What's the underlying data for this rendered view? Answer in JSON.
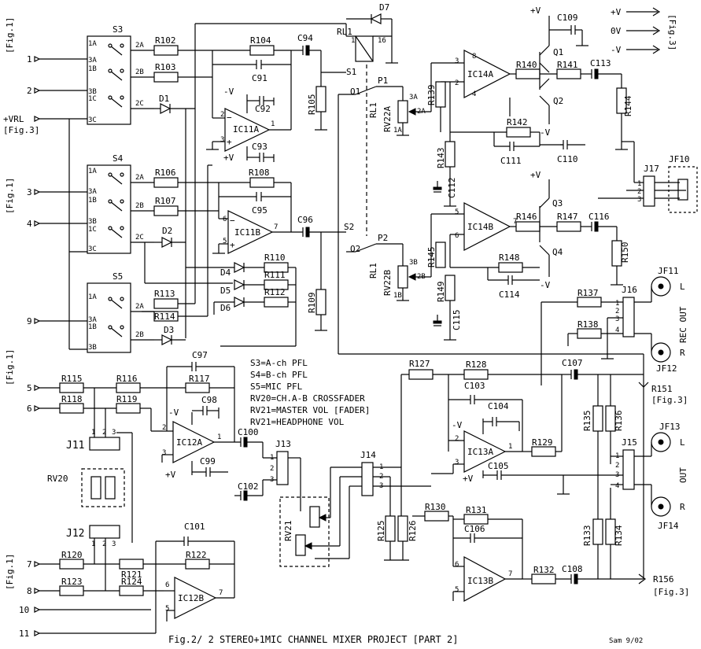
{
  "title": "Fig.2/ 2 STEREO+1MIC CHANNEL MIXER PROJECT [PART 2]",
  "author": "Sam 9/02",
  "notes": [
    "S3=A-ch PFL",
    "S4=B-ch PFL",
    "S5=MIC PFL",
    "RV20=CH.A-B CROSSFADER",
    "RV21=MASTER VOL [FADER]",
    "RV21=HEADPHONE VOL"
  ],
  "fig_refs": {
    "fig1": "[Fig.1]",
    "fig3": "[Fig.3]"
  },
  "inputs": {
    "n1": "1",
    "n2": "2",
    "n3": "3",
    "n4": "4",
    "n5": "5",
    "n6": "6",
    "n7": "7",
    "n8": "8",
    "n9": "9",
    "n10": "10",
    "n11": "11",
    "vrl": "+VRL"
  },
  "switches": {
    "s3": "S3",
    "s4": "S4",
    "s5": "S5",
    "pins": {
      "p1a": "1A",
      "p3a": "3A",
      "p1b": "1B",
      "p3b": "3B",
      "p1c": "1C",
      "p3c": "3C",
      "p2a": "2A",
      "p2b": "2B",
      "p2c": "2C"
    }
  },
  "resistors": {
    "r102": "R102",
    "r103": "R103",
    "r104": "R104",
    "r105": "R105",
    "r106": "R106",
    "r107": "R107",
    "r108": "R108",
    "r109": "R109",
    "r110": "R110",
    "r111": "R111",
    "r112": "R112",
    "r113": "R113",
    "r114": "R114",
    "r115": "R115",
    "r116": "R116",
    "r117": "R117",
    "r118": "R118",
    "r119": "R119",
    "r120": "R120",
    "r121": "R121",
    "r122": "R122",
    "r123": "R123",
    "r124": "R124",
    "r125": "R125",
    "r126": "R126",
    "r127": "R127",
    "r128": "R128",
    "r129": "R129",
    "r130": "R130",
    "r131": "R131",
    "r132": "R132",
    "r133": "R133",
    "r134": "R134",
    "r135": "R135",
    "r136": "R136",
    "r137": "R137",
    "r138": "R138",
    "r139": "R139",
    "r140": "R140",
    "r141": "R141",
    "r142": "R142",
    "r143": "R143",
    "r144": "R144",
    "r145": "R145",
    "r146": "R146",
    "r147": "R147",
    "r148": "R148",
    "r149": "R149",
    "r150": "R150",
    "r151": "R151",
    "r156": "R156"
  },
  "capacitors": {
    "c91": "C91",
    "c92": "C92",
    "c93": "C93",
    "c94": "C94",
    "c95": "C95",
    "c96": "C96",
    "c97": "C97",
    "c98": "C98",
    "c99": "C99",
    "c100": "C100",
    "c101": "C101",
    "c102": "C102",
    "c103": "C103",
    "c104": "C104",
    "c105": "C105",
    "c106": "C106",
    "c107": "C107",
    "c108": "C108",
    "c109": "C109",
    "c110": "C110",
    "c111": "C111",
    "c112": "C112",
    "c113": "C113",
    "c114": "C114",
    "c115": "C115",
    "c116": "C116"
  },
  "diodes": {
    "d1": "D1",
    "d2": "D2",
    "d3": "D3",
    "d4": "D4",
    "d5": "D5",
    "d6": "D6",
    "d7": "D7"
  },
  "ics": {
    "ic11a": "IC11A",
    "ic11b": "IC11B",
    "ic12a": "IC12A",
    "ic12b": "IC12B",
    "ic13a": "IC13A",
    "ic13b": "IC13B",
    "ic14a": "IC14A",
    "ic14b": "IC14B"
  },
  "transistors": {
    "q1": "Q1",
    "q2": "Q2",
    "q3": "Q3",
    "q4": "Q4"
  },
  "connectors": {
    "j11": "J11",
    "j12": "J12",
    "j13": "J13",
    "j14": "J14",
    "j15": "J15",
    "j16": "J16",
    "j17": "J17",
    "jf10": "JF10",
    "jf11": "JF11",
    "jf12": "JF12",
    "jf13": "JF13",
    "jf14": "JF14"
  },
  "pots": {
    "rv20": "RV20",
    "rv21": "RV21",
    "rv22a": "RV22A",
    "rv22b": "RV22B"
  },
  "relay": {
    "rl1": "RL1",
    "p1": "P1",
    "p2": "P2",
    "o1": "O1",
    "o2": "O2",
    "s1": "S1",
    "s2": "S2"
  },
  "outputs": {
    "rec_out": "REC OUT",
    "out": "OUT",
    "l": "L",
    "r": "R"
  },
  "power": {
    "pv": "+V",
    "nv": "-V",
    "zero": "0V"
  }
}
